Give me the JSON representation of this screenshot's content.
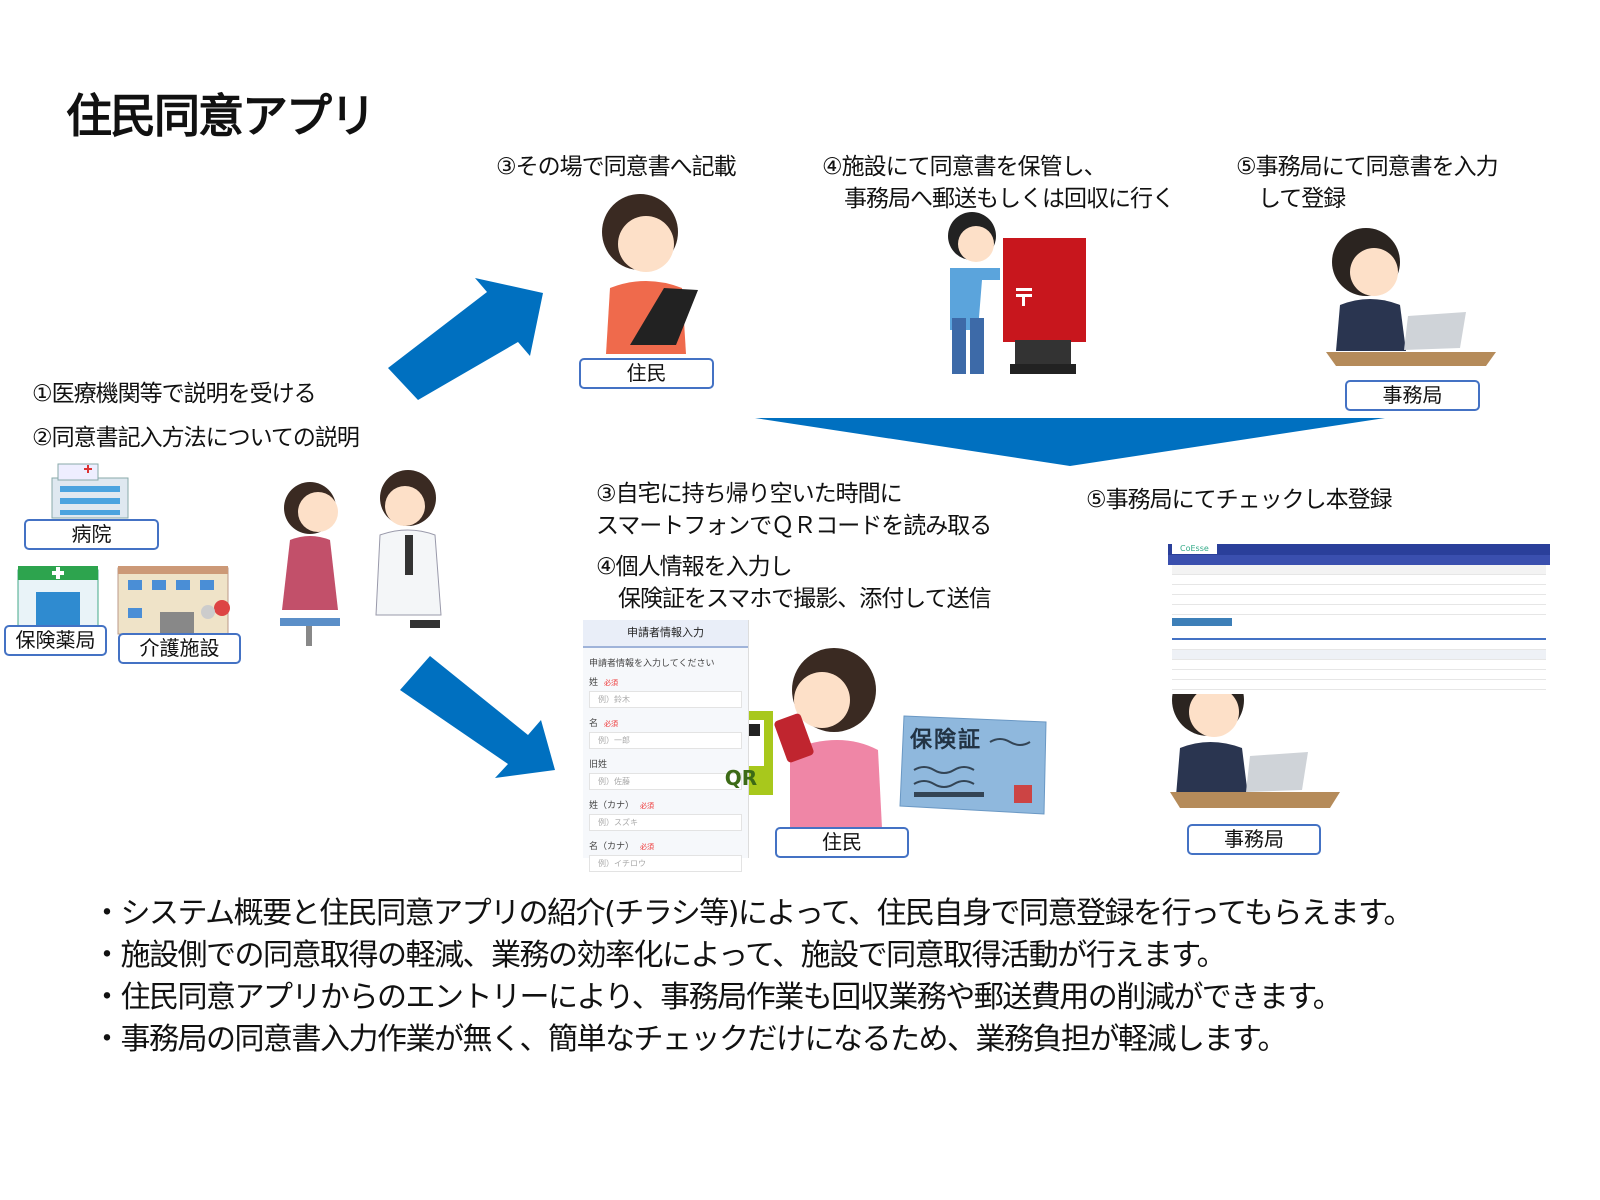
{
  "title": "住民同意アプリ",
  "colors": {
    "arrow": "#0070c0",
    "label_border": "#4472c4",
    "postbox": "#c8161d",
    "qr_bg": "#a8c81c"
  },
  "steps": {
    "s1": "①医療機関等で説明を受ける",
    "s2": "②同意書記入方法についての説明",
    "top3": "③その場で同意書へ記載",
    "top4": "④施設にて同意書を保管し、\n　事務局へ郵送もしくは回収に行く",
    "top5": "⑤事務局にて同意書を入力\n　して登録",
    "bot3": "③自宅に持ち帰り空いた時間に\nスマートフォンでＱＲコードを読み取る",
    "bot4": "④個人情報を入力し\n　保険証をスマホで撮影、添付して送信",
    "bot5": "⑤事務局にてチェックし本登録"
  },
  "labels": {
    "hospital": "病院",
    "pharmacy": "保険薬局",
    "care": "介護施設",
    "resident_top": "住民",
    "office_top": "事務局",
    "resident_bottom": "住民",
    "office_bottom": "事務局"
  },
  "card": {
    "title": "保険証",
    "qr": "QR"
  },
  "form": {
    "header": "申請者情報入力",
    "intro": "申請者情報を入力してください",
    "required": "必須",
    "fields": [
      {
        "label": "姓",
        "placeholder": "例）鈴木",
        "required": true
      },
      {
        "label": "名",
        "placeholder": "例）一郎",
        "required": true
      },
      {
        "label": "旧姓",
        "placeholder": "例）佐藤",
        "required": false
      },
      {
        "label": "姓（カナ）",
        "placeholder": "例）スズキ",
        "required": true
      },
      {
        "label": "名（カナ）",
        "placeholder": "例）イチロウ",
        "required": true
      }
    ]
  },
  "system": {
    "logo": "CoEsse"
  },
  "bullets": [
    "・システム概要と住民同意アプリの紹介(チラシ等)によって、住民自身で同意登録を行ってもらえます。",
    "・施設側での同意取得の軽減、業務の効率化によって、施設で同意取得活動が行えます。",
    "・住民同意アプリからのエントリーにより、事務局作業も回収業務や郵送費用の削減ができます。",
    "・事務局の同意書入力作業が無く、簡単なチェックだけになるため、業務負担が軽減します。"
  ]
}
